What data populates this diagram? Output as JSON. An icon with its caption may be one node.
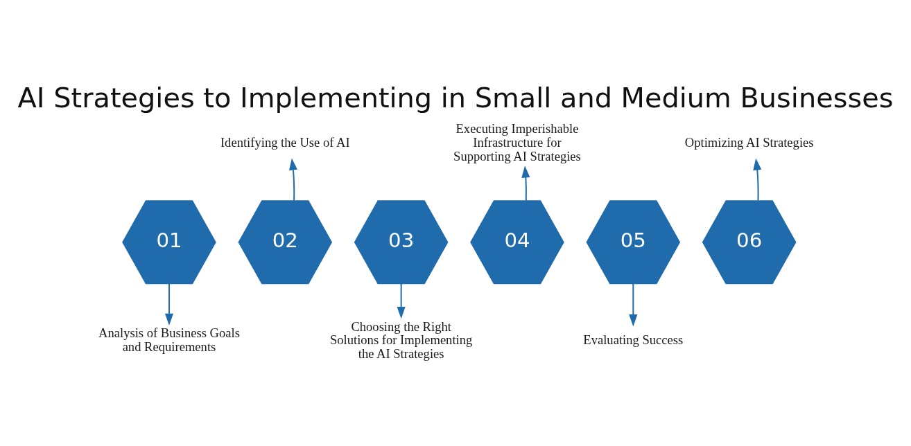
{
  "diagram": {
    "title": "AI Strategies to Implementing in Small and Medium Businesses",
    "nodes": [
      {
        "text": [
          "01"
        ]
      },
      {
        "text": [
          "02"
        ]
      },
      {
        "text": [
          "03"
        ]
      },
      {
        "text": [
          "04"
        ]
      },
      {
        "text": [
          "05"
        ]
      },
      {
        "text": [
          "06"
        ]
      },
      {
        "text": [
          "Analysis of Business Goals and Requirements"
        ]
      },
      {
        "text": [
          "Identifying the Use of AI"
        ]
      },
      {
        "text": [
          "Choosing the Right Solutions for Implementing the AI Strategies"
        ]
      },
      {
        "text": [
          "Executing Imperishable Infrastructure for Supporting AI Strategies"
        ]
      },
      {
        "text": [
          "Evaluating Success"
        ]
      },
      {
        "text": [
          "Optimizing AI Strategies"
        ]
      }
    ],
    "edges": [
      {
        "from": 0,
        "to": 6,
        "arrow": "to"
      },
      {
        "from": 1,
        "to": 7,
        "arrow": "to"
      },
      {
        "from": 2,
        "to": 8,
        "arrow": "to"
      },
      {
        "from": 3,
        "to": 9,
        "arrow": "to"
      },
      {
        "from": 4,
        "to": 10,
        "arrow": "to"
      },
      {
        "from": 5,
        "to": 11,
        "arrow": "to"
      }
    ]
  }
}
